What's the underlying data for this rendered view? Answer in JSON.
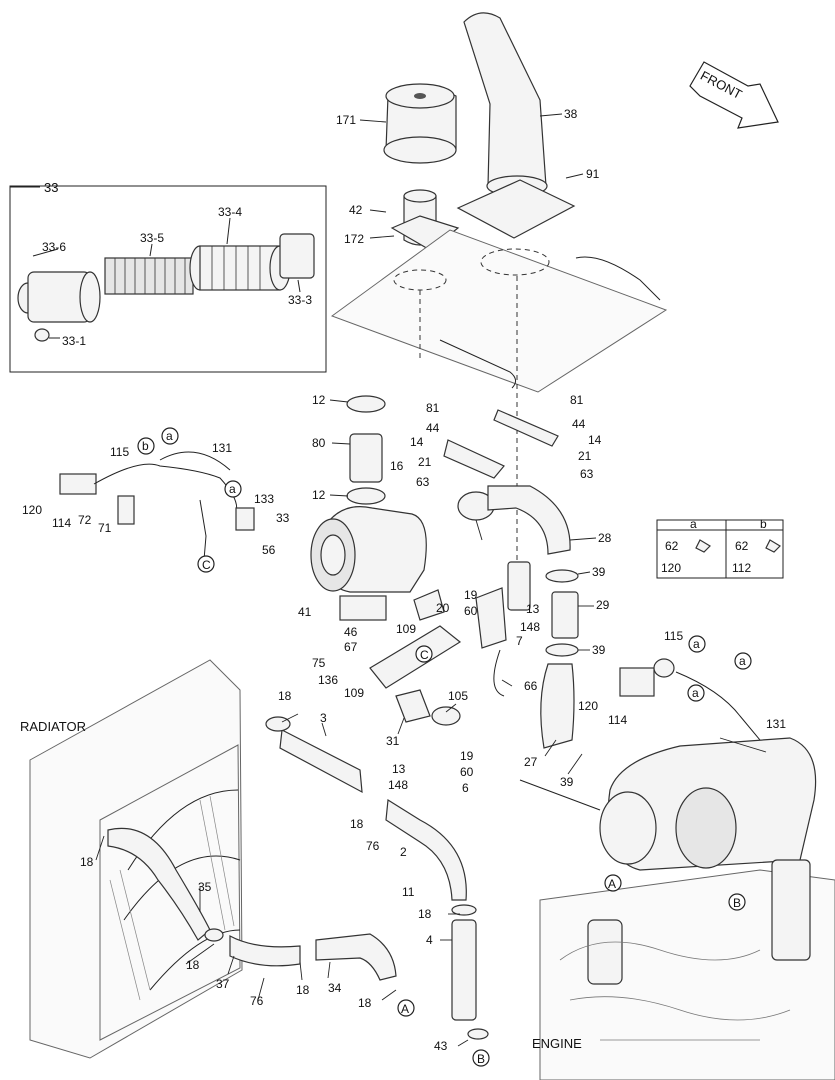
{
  "front_label": "FRONT",
  "radiator_label": "RADIATOR",
  "engine_label": "ENGINE",
  "inset": {
    "title": "33",
    "parts": [
      "33-6",
      "33-5",
      "33-4",
      "33-3",
      "33-1"
    ]
  },
  "legend": {
    "col_a": "a",
    "col_b": "b",
    "a_parts": [
      "62",
      "120"
    ],
    "b_parts": [
      "62",
      "112"
    ]
  },
  "callouts": [
    "A",
    "B",
    "C",
    "a",
    "b"
  ],
  "part_numbers": [
    "171",
    "38",
    "91",
    "42",
    "172",
    "12",
    "80",
    "12",
    "81",
    "44",
    "14",
    "21",
    "63",
    "81",
    "44",
    "14",
    "21",
    "63",
    "16",
    "33",
    "28",
    "39",
    "29",
    "39",
    "41",
    "46",
    "67",
    "75",
    "109",
    "19",
    "60",
    "13",
    "148",
    "7",
    "20",
    "136",
    "109",
    "66",
    "115",
    "120",
    "114",
    "131",
    "3",
    "31",
    "105",
    "27",
    "39",
    "18",
    "18",
    "13",
    "148",
    "19",
    "60",
    "6",
    "76",
    "2",
    "11",
    "18",
    "4",
    "43",
    "18",
    "35",
    "18",
    "37",
    "76",
    "18",
    "34",
    "18",
    "115",
    "131",
    "120",
    "114",
    "72",
    "71",
    "133",
    "56"
  ]
}
